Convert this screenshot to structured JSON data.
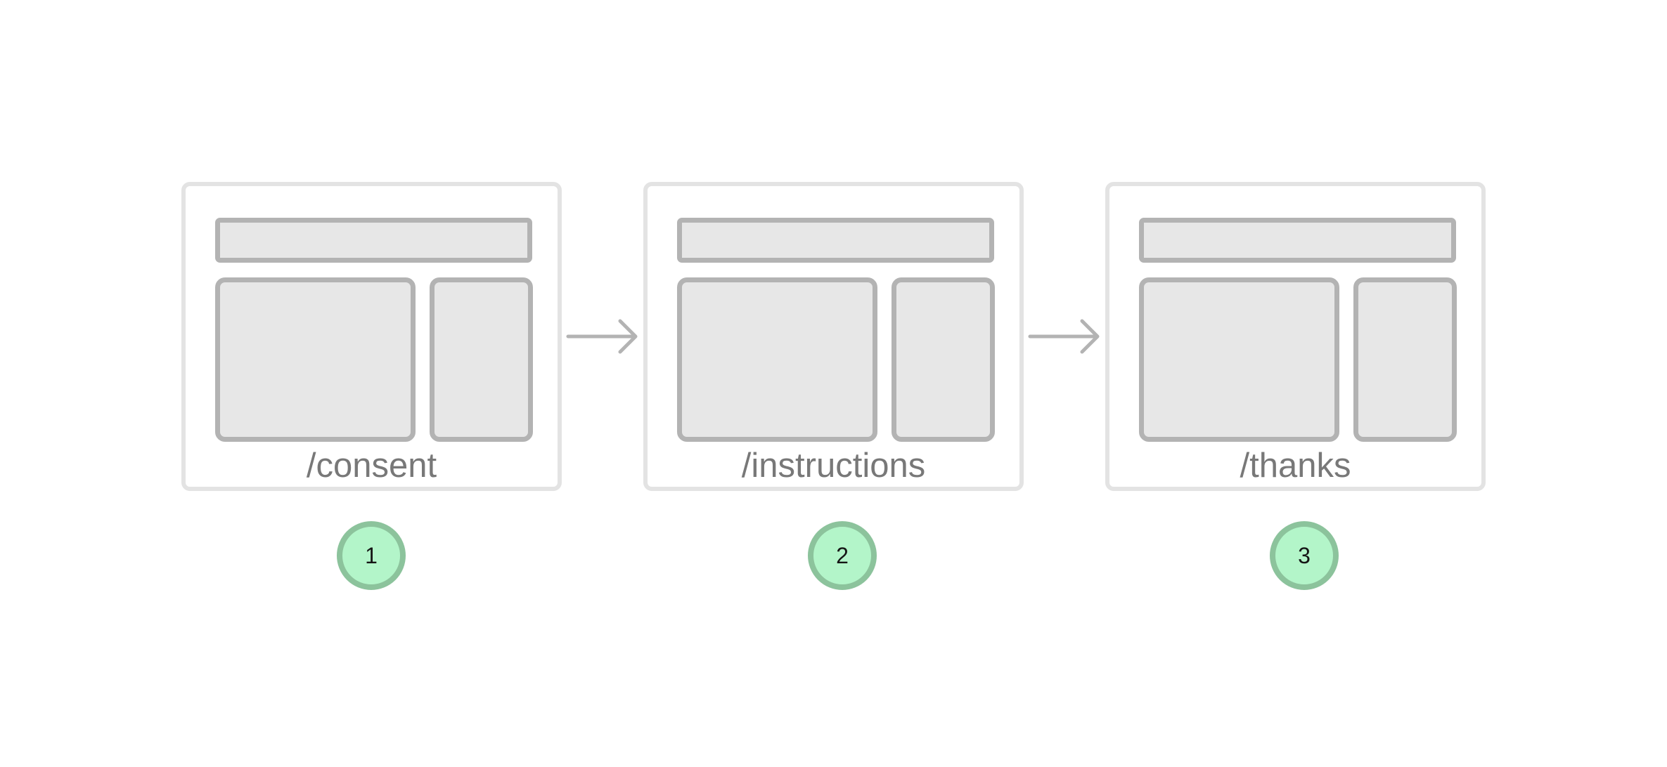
{
  "pages": [
    {
      "route": "/consent",
      "step": "1"
    },
    {
      "route": "/instructions",
      "step": "2"
    },
    {
      "route": "/thanks",
      "step": "3"
    }
  ],
  "colors": {
    "frame_border": "#e3e3e3",
    "block_border": "#b3b3b3",
    "block_fill": "#e7e7e7",
    "label_text": "#787878",
    "arrow": "#b3b3b3",
    "badge_fill": "#b3f5c9",
    "badge_border": "#8cc39c"
  },
  "icons": {
    "flow_arrow": "arrow-right-icon"
  }
}
